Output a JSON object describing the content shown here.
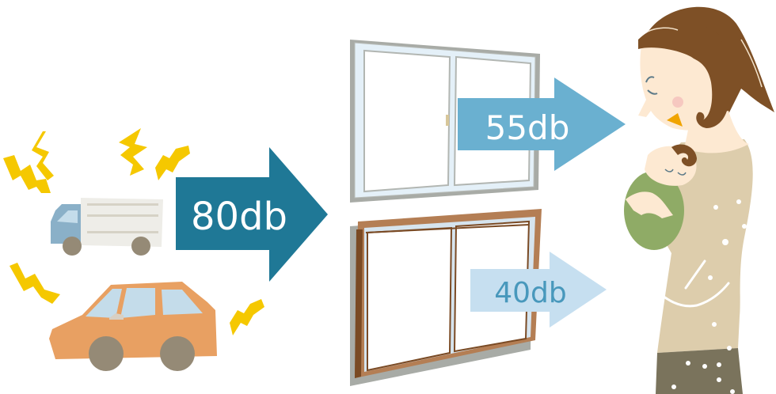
{
  "title": "Window soundproofing noise reduction illustration",
  "colors": {
    "bolt": "#f5c800",
    "truck_cab": "#8ab0c8",
    "truck_window": "#c4dcea",
    "truck_box": "#eeede8",
    "truck_stripe": "#d6d2c6",
    "wheel": "#958a76",
    "car_body": "#e8a062",
    "car_window": "#c4dcea",
    "arrow_loud": "#1f7896",
    "arrow_mid": "#6ab0d0",
    "arrow_quiet": "#c6dff0",
    "text_quiet": "#4898bc",
    "window_frame_silver": "#a8aba6",
    "window_frame_inner": "#e4f0f8",
    "window_frame_wood": "#b47e54",
    "window_frame_wood_dark": "#7a4a24",
    "hair": "#7e5026",
    "skin": "#fde9d2",
    "sweater": "#ddcdac",
    "pants": "#7a735c",
    "baby_blanket": "#8fab66",
    "mouth": "#f0a400"
  },
  "noise_sources": [
    {
      "name": "truck"
    },
    {
      "name": "car"
    }
  ],
  "arrows": [
    {
      "id": "outside",
      "label": "80db",
      "level_db": 80
    },
    {
      "id": "single-window",
      "label": "55db",
      "level_db": 55
    },
    {
      "id": "double-window",
      "label": "40db",
      "level_db": 40
    }
  ],
  "windows": [
    {
      "id": "single-window",
      "type": "silver aluminium sliding window"
    },
    {
      "id": "double-window",
      "type": "wood inner sash + silver outer window"
    }
  ],
  "listener": "mother holding sleeping baby"
}
